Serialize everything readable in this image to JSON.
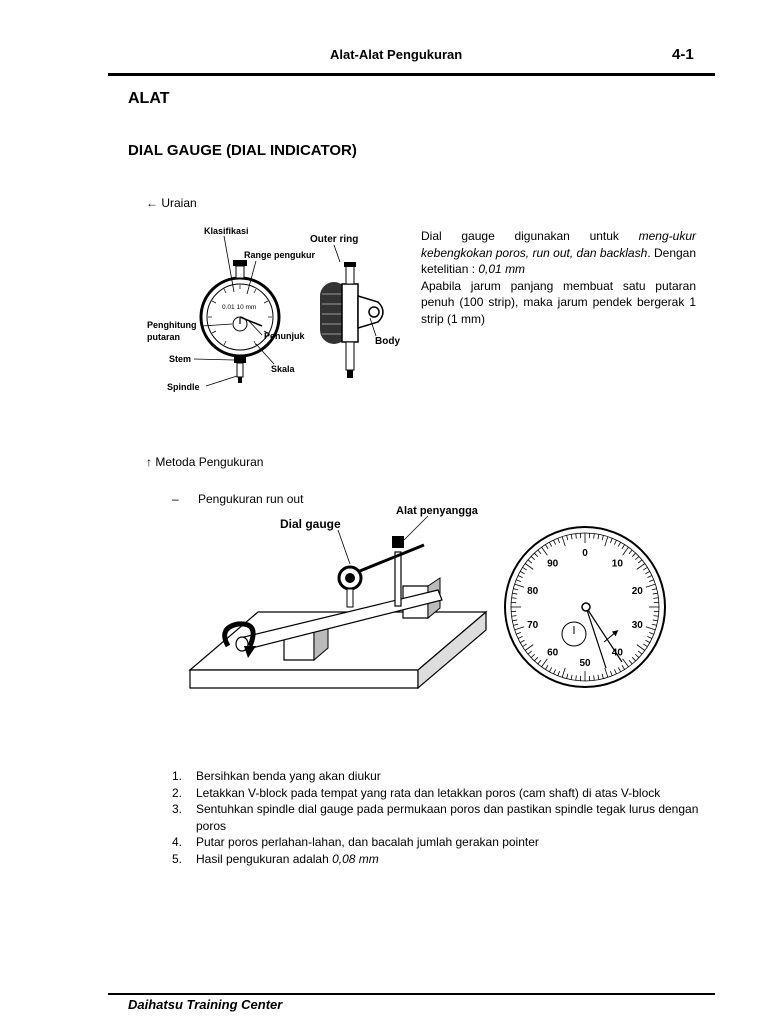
{
  "header": {
    "title": "Alat-Alat Pengukuran",
    "page_number": "4-1"
  },
  "headings": {
    "main": "ALAT",
    "sub": "DIAL GAUGE (DIAL INDICATOR)"
  },
  "sections": {
    "uraian": {
      "arrow": "←",
      "label": "Uraian"
    },
    "metoda": {
      "arrow": "↑",
      "label": "Metoda Pengukuran"
    }
  },
  "description": {
    "line1_plain": "Dial gauge digunakan untuk ",
    "line1_italic": "meng-ukur kebengkokan poros, run out, dan backlash",
    "line1_end": ". Dengan ketelitian : ",
    "precision": "0,01 mm",
    "line2": "Apabila jarum panjang membuat satu putaran penuh (100 strip), maka jarum pendek bergerak 1 strip (1 mm)"
  },
  "figure1": {
    "labels": {
      "klasifikasi": "Klasifikasi",
      "outer_ring": "Outer ring",
      "range": "Range pengukur",
      "penghitung1": "Penghitung",
      "penghitung2": "putaran",
      "penunjuk": "Penunjuk",
      "body": "Body",
      "stem": "Stem",
      "skala": "Skala",
      "spindle": "Spindle",
      "face_text": "0.01  10 mm"
    }
  },
  "subsection": {
    "dash": "–",
    "label": "Pengukuran run out"
  },
  "figure2": {
    "labels": {
      "dial_gauge": "Dial gauge",
      "alat_penyangga": "Alat penyangga"
    },
    "dial_numbers": [
      "0",
      "10",
      "20",
      "30",
      "40",
      "50",
      "60",
      "70",
      "80",
      "90"
    ]
  },
  "steps": [
    {
      "num": "1.",
      "text": "Bersihkan benda yang akan diukur"
    },
    {
      "num": "2.",
      "text": "Letakkan V-block pada tempat yang rata dan letakkan poros (cam shaft) di atas V-block"
    },
    {
      "num": "3.",
      "text": "Sentuhkan spindle dial gauge pada permukaan poros dan pastikan spindle tegak lurus dengan poros"
    },
    {
      "num": "4.",
      "text": "Putar poros perlahan-lahan, dan bacalah jumlah gerakan pointer"
    },
    {
      "num": "5.",
      "text_plain": "Hasil pengukuran adalah ",
      "text_italic": "0,08 mm"
    }
  ],
  "footer": {
    "text": "Daihatsu Training Center"
  }
}
